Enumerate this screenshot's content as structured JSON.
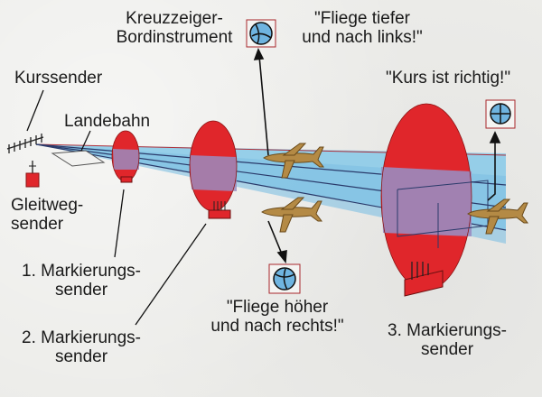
{
  "title": "Instrumentenlandesystem (ILS)",
  "labels": {
    "kreuzzeiger": [
      "Kreuzzeiger-",
      "Bordinstrument"
    ],
    "fliege_tiefer": [
      "\"Fliege tiefer",
      "und nach links!\""
    ],
    "kurssender": "Kurssender",
    "landebahn": "Landebahn",
    "kurs_richtig": "\"Kurs ist richtig!\"",
    "gleitweg": [
      "Gleitweg-",
      "sender"
    ],
    "marker1": [
      "1. Markierungs-",
      "sender"
    ],
    "marker2": [
      "2. Markierungs-",
      "sender"
    ],
    "fliege_hoeher": [
      "\"Fliege höher",
      "und nach rechts!\""
    ],
    "marker3": [
      "3. Markierungs-",
      "sender"
    ]
  },
  "colors": {
    "beam": "#8ccbe8",
    "marker_lobe": "#e0262b",
    "overlap": "#9a8cc0",
    "aircraft": "#b48a45",
    "instrument": "#6fb4e0",
    "frame": "#a8262b"
  },
  "instruments": [
    {
      "state": "fly down and left"
    },
    {
      "state": "fly up and right"
    },
    {
      "state": "on course"
    }
  ]
}
